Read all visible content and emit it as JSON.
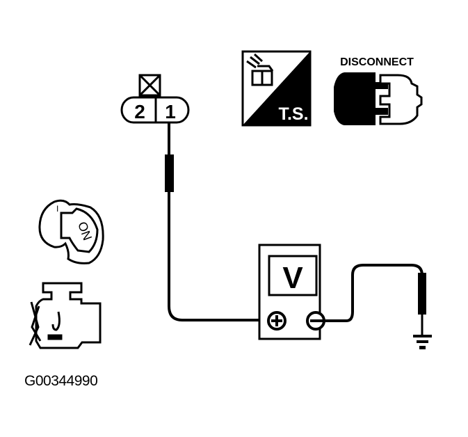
{
  "connector": {
    "pins": [
      "2",
      "1"
    ]
  },
  "ts_icon": {
    "label": "T.S."
  },
  "disconnect_icon": {
    "label": "DISCONNECT"
  },
  "ignition": {
    "label": "ON",
    "position_mark": "I"
  },
  "voltmeter": {
    "label": "V",
    "plus": "+",
    "minus": "−"
  },
  "figure_id": "G00344990",
  "colors": {
    "ink": "#000000",
    "background": "#ffffff"
  }
}
